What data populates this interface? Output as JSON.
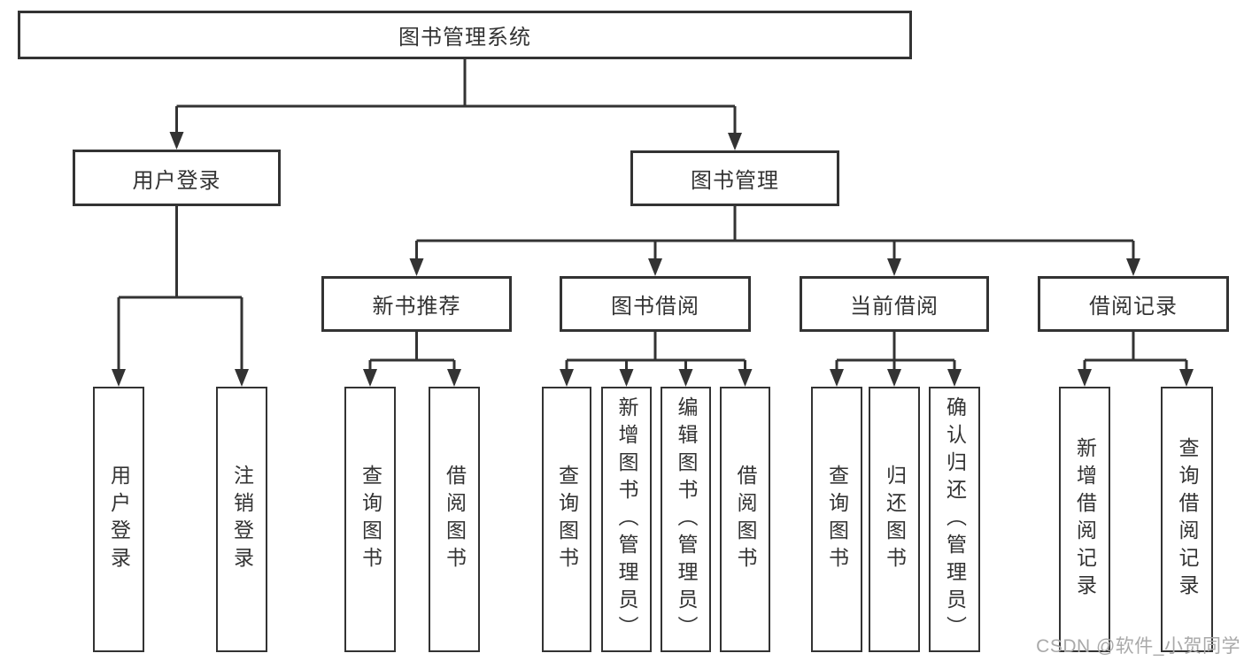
{
  "tree": {
    "label": "图书管理系统",
    "children": [
      {
        "label": "用户登录",
        "children": [
          {
            "label": "用户登录"
          },
          {
            "label": "注销登录"
          }
        ]
      },
      {
        "label": "图书管理",
        "children": [
          {
            "label": "新书推荐",
            "children": [
              {
                "label": "查询图书"
              },
              {
                "label": "借阅图书"
              }
            ]
          },
          {
            "label": "图书借阅",
            "children": [
              {
                "label": "查询图书"
              },
              {
                "label": "新增图书（管理员）"
              },
              {
                "label": "编辑图书（管理员）"
              },
              {
                "label": "借阅图书"
              }
            ]
          },
          {
            "label": "当前借阅",
            "children": [
              {
                "label": "查询图书"
              },
              {
                "label": "归还图书"
              },
              {
                "label": "确认归还（管理员）"
              }
            ]
          },
          {
            "label": "借阅记录",
            "children": [
              {
                "label": "新增借阅记录"
              },
              {
                "label": "查询借阅记录"
              }
            ]
          }
        ]
      }
    ]
  },
  "watermark": {
    "text": "CSDN @软件_小贺同学"
  },
  "colors": {
    "line": "#333333",
    "box_border": "#333333",
    "text": "#333333",
    "background": "#ffffff",
    "watermark": "#a9a9a9"
  }
}
